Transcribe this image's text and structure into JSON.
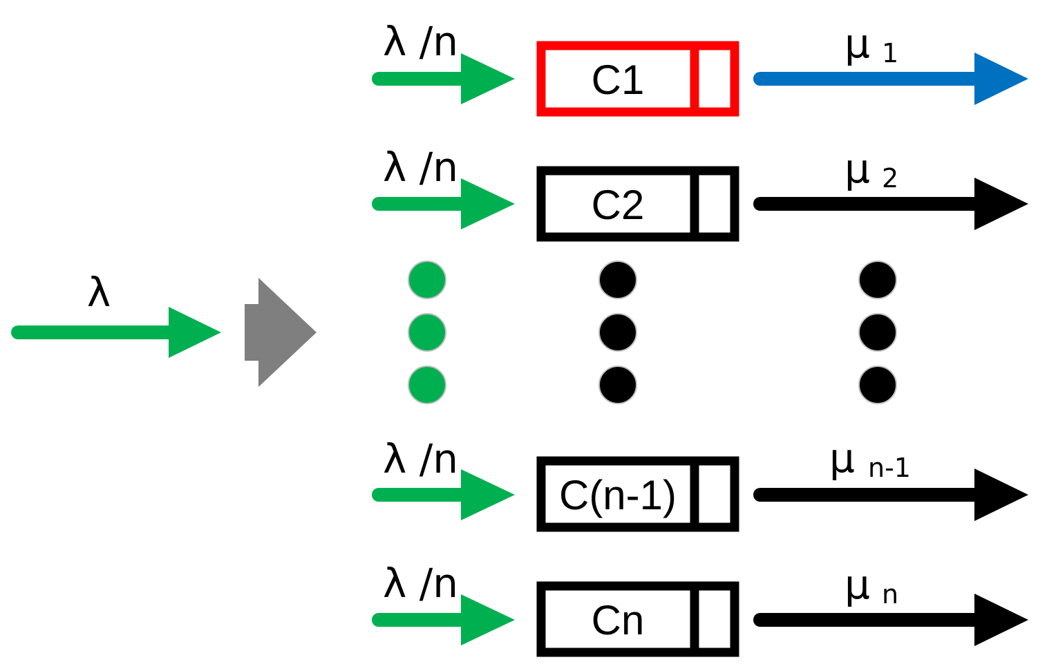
{
  "colors": {
    "arrival_green": "#00b050",
    "highlight_red": "#ff0000",
    "first_output_blue": "#0070c0",
    "dispatcher_gray": "#7f7f7f",
    "default_black": "#000000",
    "dot_outline": "#bfbfbf"
  },
  "input": {
    "label": "λ"
  },
  "dispatcher": {
    "icon": "dispatcher-arrow-icon"
  },
  "servers": [
    {
      "arrival_label": "λ /n",
      "box_label": "C1",
      "rate_symbol": "μ",
      "rate_subscript": "1",
      "highlighted": true
    },
    {
      "arrival_label": "λ /n",
      "box_label": "C2",
      "rate_symbol": "μ",
      "rate_subscript": "2",
      "highlighted": false
    },
    {
      "arrival_label": "λ /n",
      "box_label": "C(n-1)",
      "rate_symbol": "μ",
      "rate_subscript": "n-1",
      "highlighted": false
    },
    {
      "arrival_label": "λ /n",
      "box_label": "Cn",
      "rate_symbol": "μ",
      "rate_subscript": "n",
      "highlighted": false
    }
  ],
  "ellipsis": {
    "columns": 3,
    "dots_per_column": 3
  }
}
